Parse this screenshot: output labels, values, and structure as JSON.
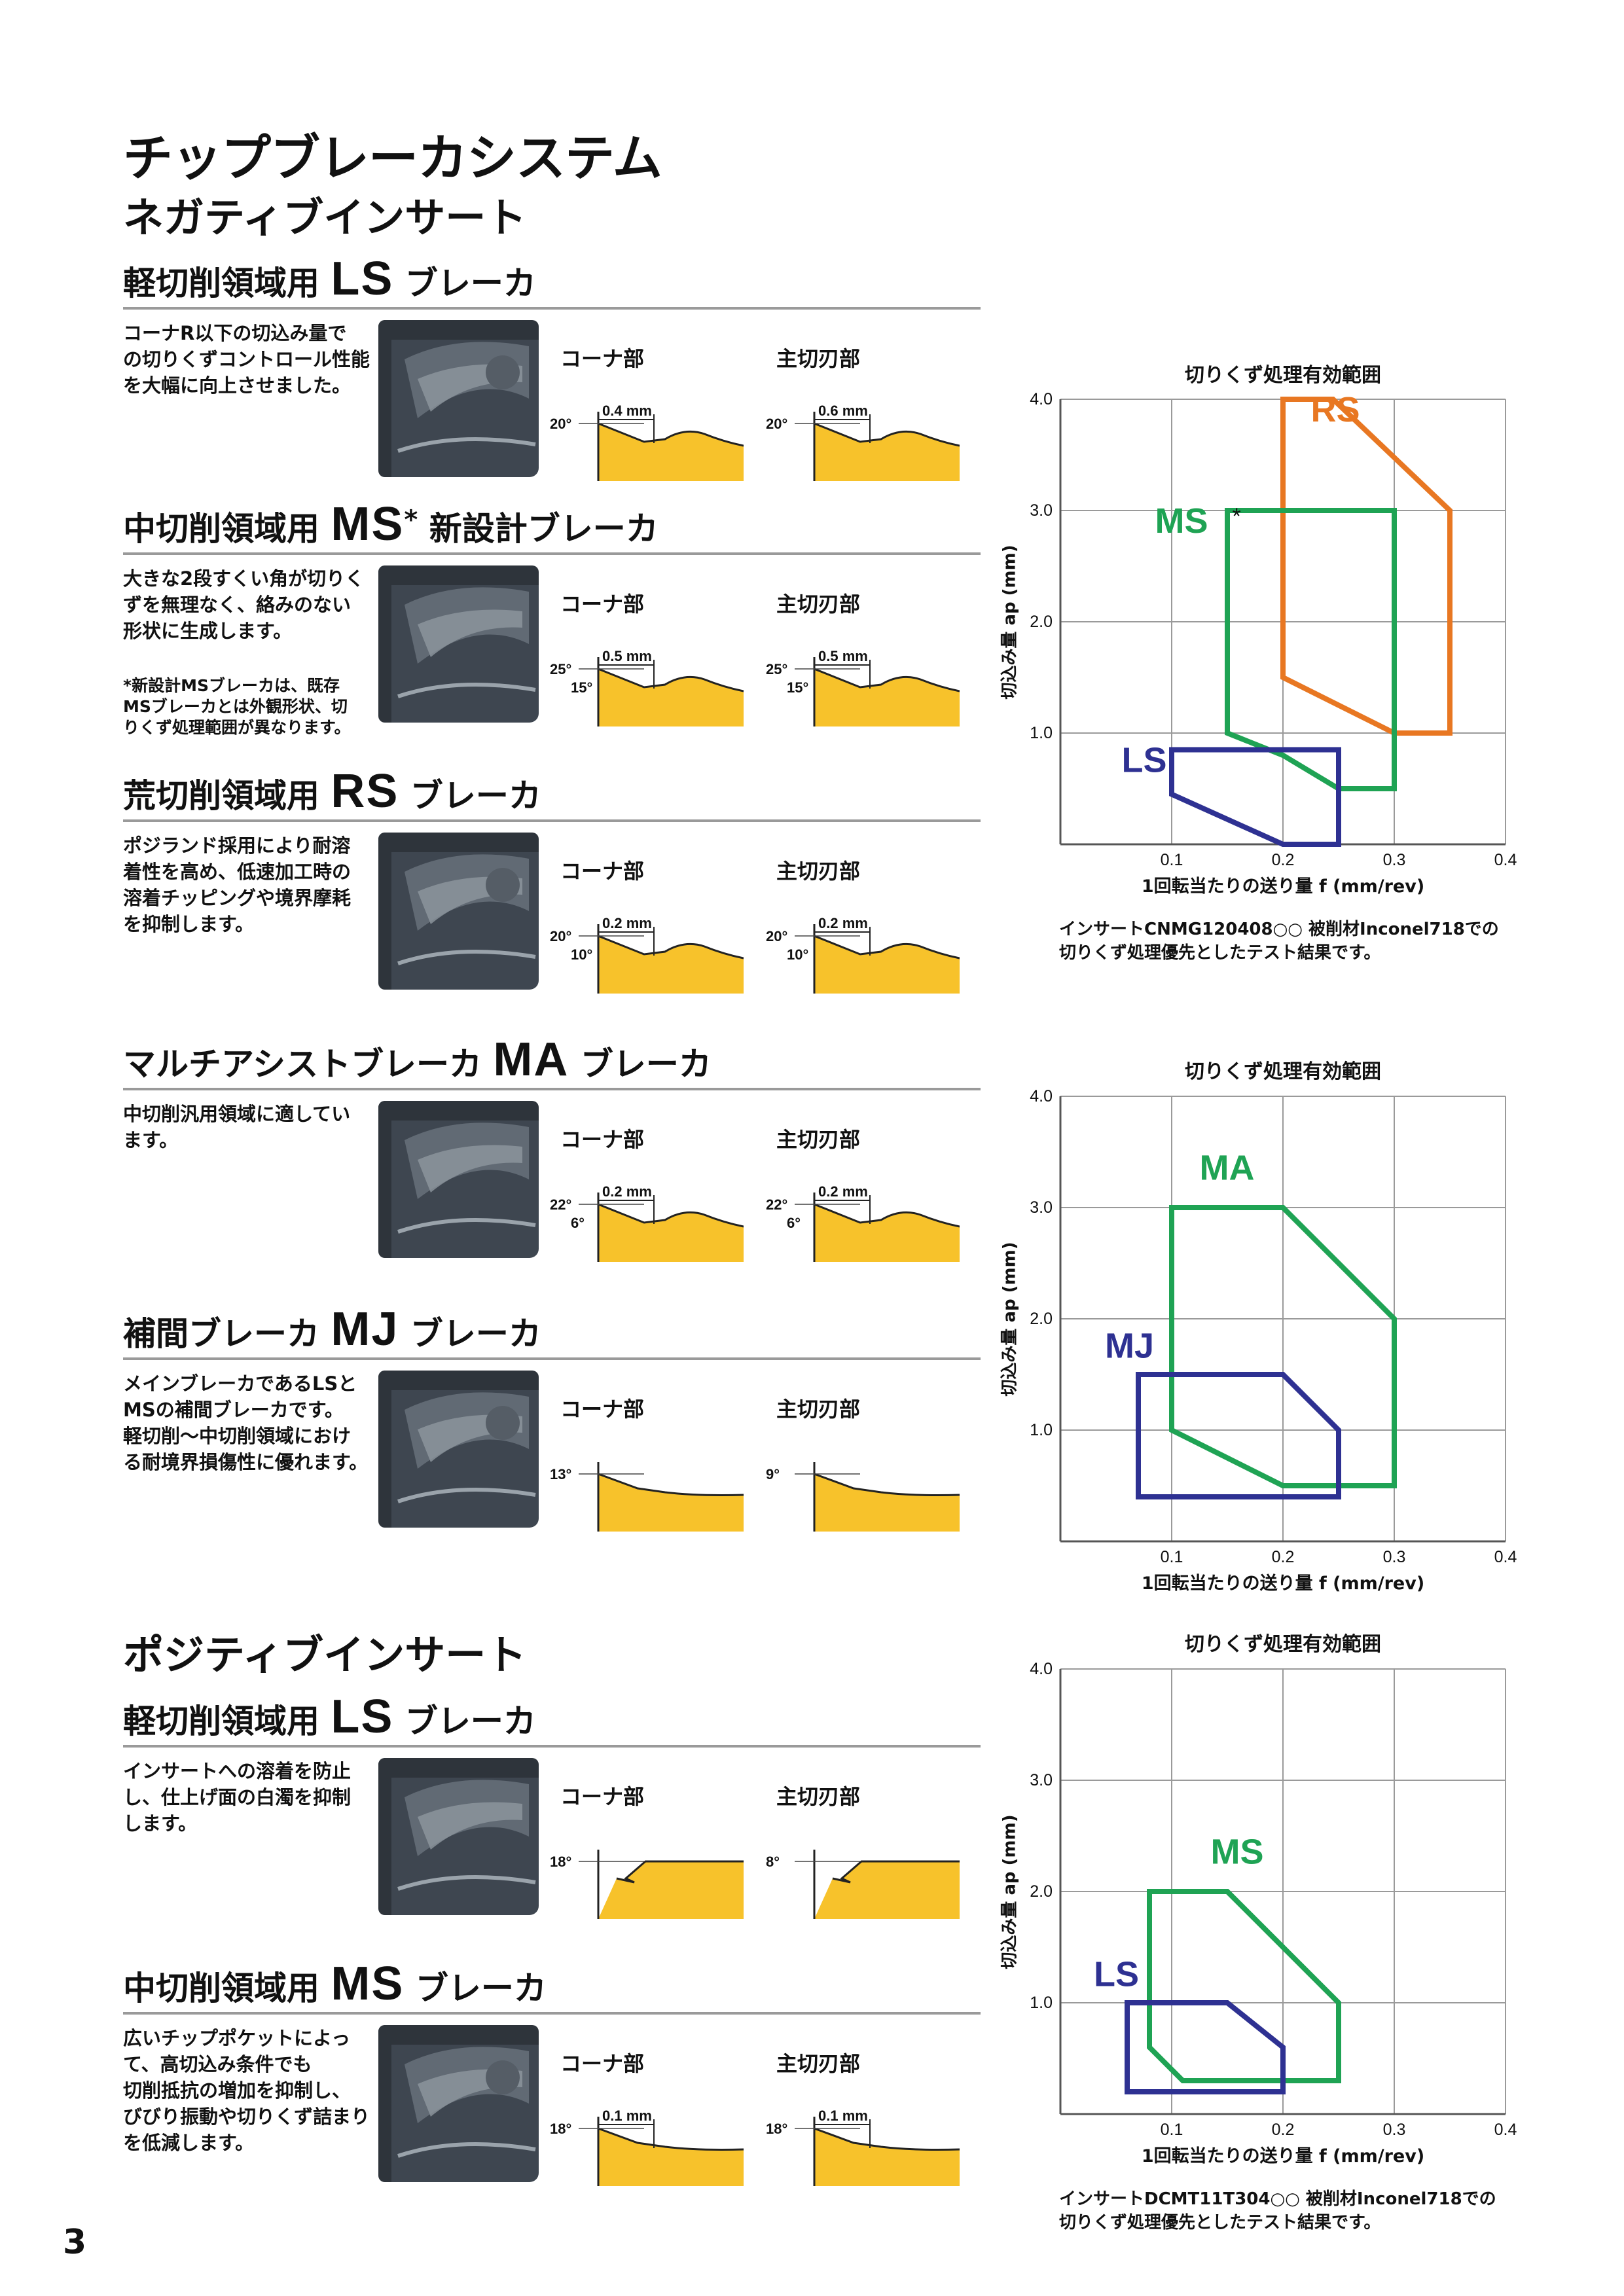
{
  "page": {
    "title": "チップブレーカシステム",
    "subtitle": "ネガティブインサート",
    "positive_title": "ポジティブインサート",
    "page_number": "3"
  },
  "sections": [
    {
      "id": "neg-ls",
      "prefix": "軽切削領域用 ",
      "code": "LS",
      "suffix": "ブレーカ",
      "desc": [
        "コーナR以下の切込み量で",
        "の切りくずコントロール性能",
        "を大幅に向上させました。"
      ],
      "profiles": [
        {
          "label": "コーナ部",
          "angle": "20°",
          "angle2": "",
          "width": "0.4 mm"
        },
        {
          "label": "主切刃部",
          "angle": "20°",
          "angle2": "",
          "width": "0.6 mm"
        }
      ]
    },
    {
      "id": "neg-ms",
      "prefix": "中切削領域用 ",
      "code": "MS",
      "suffix": "新設計ブレーカ",
      "star": "*",
      "desc": [
        "大きな2段すくい角が切りく",
        "ずを無理なく、絡みのない",
        "形状に生成します。"
      ],
      "note": [
        "*新設計MSブレーカは、既存",
        "MSブレーカとは外観形状、切",
        "りくず処理範囲が異なります。"
      ],
      "profiles": [
        {
          "label": "コーナ部",
          "angle": "25°",
          "angle2": "15°",
          "width": "0.5 mm"
        },
        {
          "label": "主切刃部",
          "angle": "25°",
          "angle2": "15°",
          "width": "0.5 mm"
        }
      ]
    },
    {
      "id": "neg-rs",
      "prefix": "荒切削領域用 ",
      "code": "RS",
      "suffix": "ブレーカ",
      "desc": [
        "ポジランド採用により耐溶",
        "着性を高め、低速加工時の",
        "溶着チッピングや境界摩耗",
        "を抑制します。"
      ],
      "profiles": [
        {
          "label": "コーナ部",
          "angle": "20°",
          "angle2": "10°",
          "width": "0.2 mm"
        },
        {
          "label": "主切刃部",
          "angle": "20°",
          "angle2": "10°",
          "width": "0.2 mm"
        }
      ]
    },
    {
      "id": "neg-ma",
      "prefix": "マルチアシストブレーカ ",
      "code": "MA",
      "suffix": "ブレーカ",
      "desc": [
        "中切削汎用領域に適してい",
        "ます。"
      ],
      "profiles": [
        {
          "label": "コーナ部",
          "angle": "22°",
          "angle2": "6°",
          "width": "0.2 mm"
        },
        {
          "label": "主切刃部",
          "angle": "22°",
          "angle2": "6°",
          "width": "0.2 mm"
        }
      ]
    },
    {
      "id": "neg-mj",
      "prefix": "補間ブレーカ ",
      "code": "MJ",
      "suffix": "ブレーカ",
      "desc": [
        "メインブレーカであるLSと",
        "MSの補間ブレーカです。",
        "軽切削～中切削領域におけ",
        "る耐境界損傷性に優れます。"
      ],
      "profiles": [
        {
          "label": "コーナ部",
          "angle": "13°",
          "angle2": "",
          "width": ""
        },
        {
          "label": "主切刃部",
          "angle": "9°",
          "angle2": "",
          "width": ""
        }
      ]
    },
    {
      "id": "pos-ls",
      "prefix": "軽切削領域用 ",
      "code": "LS",
      "suffix": "ブレーカ",
      "desc": [
        "インサートへの溶着を防止",
        "し、仕上げ面の白濁を抑制",
        "します。"
      ],
      "profiles": [
        {
          "label": "コーナ部",
          "angle": "18°",
          "angle2": "",
          "width": ""
        },
        {
          "label": "主切刃部",
          "angle": "8°",
          "angle2": "",
          "width": ""
        }
      ]
    },
    {
      "id": "pos-ms",
      "prefix": "中切削領域用 ",
      "code": "MS",
      "suffix": "ブレーカ",
      "desc": [
        "広いチップポケットによっ",
        "て、高切込み条件でも",
        "切削抵抗の増加を抑制し、",
        "びびり振動や切りくず詰まり",
        "を低減します。"
      ],
      "profiles": [
        {
          "label": "コーナ部",
          "angle": "18°",
          "angle2": "",
          "width": "0.1 mm"
        },
        {
          "label": "主切刃部",
          "angle": "18°",
          "angle2": "",
          "width": "0.1 mm"
        }
      ]
    }
  ],
  "chart_data": [
    {
      "type": "area",
      "title": "切りくず処理有効範囲",
      "xlabel": "1回転当たりの送り量 f (mm/rev)",
      "ylabel": "切込み量 ap (mm)",
      "xlim": [
        0,
        0.4
      ],
      "ylim": [
        0,
        4.0
      ],
      "xticks": [
        "0.1",
        "0.2",
        "0.3",
        "0.4"
      ],
      "yticks": [
        "1.0",
        "2.0",
        "3.0",
        "4.0"
      ],
      "grid": true,
      "series": [
        {
          "name": "RS",
          "color": "#e87722",
          "points": [
            [
              0.2,
              4.0
            ],
            [
              0.245,
              4.0
            ],
            [
              0.35,
              3.0
            ],
            [
              0.35,
              1.0
            ],
            [
              0.3,
              1.0
            ],
            [
              0.2,
              1.5
            ]
          ]
        },
        {
          "name": "MS",
          "star": "*",
          "color": "#1fa354",
          "points": [
            [
              0.15,
              3.0
            ],
            [
              0.3,
              3.0
            ],
            [
              0.3,
              0.5
            ],
            [
              0.25,
              0.5
            ],
            [
              0.2,
              0.8
            ],
            [
              0.15,
              1.0
            ]
          ]
        },
        {
          "name": "LS",
          "color": "#2e3192",
          "points": [
            [
              0.1,
              0.85
            ],
            [
              0.25,
              0.85
            ],
            [
              0.25,
              0.0
            ],
            [
              0.2,
              0.0
            ],
            [
              0.1,
              0.45
            ]
          ]
        }
      ],
      "labels": [
        {
          "name": "RS",
          "at": [
            0.225,
            3.8
          ]
        },
        {
          "name": "MS",
          "at": [
            0.085,
            2.8
          ]
        },
        {
          "name": "LS",
          "at": [
            0.055,
            0.65
          ]
        }
      ],
      "footnote": [
        "インサートCNMG120408○○ 被削材Inconel718での",
        "切りくず処理優先としたテスト結果です。"
      ]
    },
    {
      "type": "area",
      "title": "切りくず処理有効範囲",
      "xlabel": "1回転当たりの送り量 f (mm/rev)",
      "ylabel": "切込み量 ap (mm)",
      "xlim": [
        0,
        0.4
      ],
      "ylim": [
        0,
        4.0
      ],
      "xticks": [
        "0.1",
        "0.2",
        "0.3",
        "0.4"
      ],
      "yticks": [
        "1.0",
        "2.0",
        "3.0",
        "4.0"
      ],
      "grid": true,
      "series": [
        {
          "name": "MA",
          "color": "#1fa354",
          "points": [
            [
              0.1,
              3.0
            ],
            [
              0.2,
              3.0
            ],
            [
              0.3,
              2.0
            ],
            [
              0.3,
              0.5
            ],
            [
              0.2,
              0.5
            ],
            [
              0.1,
              1.0
            ]
          ]
        },
        {
          "name": "MJ",
          "color": "#2e3192",
          "points": [
            [
              0.07,
              1.5
            ],
            [
              0.2,
              1.5
            ],
            [
              0.25,
              1.0
            ],
            [
              0.25,
              0.4
            ],
            [
              0.07,
              0.4
            ]
          ]
        }
      ],
      "labels": [
        {
          "name": "MA",
          "at": [
            0.125,
            3.25
          ]
        },
        {
          "name": "MJ",
          "at": [
            0.04,
            1.65
          ]
        }
      ],
      "footnote": []
    },
    {
      "type": "area",
      "title": "切りくず処理有効範囲",
      "xlabel": "1回転当たりの送り量 f (mm/rev)",
      "ylabel": "切込み量 ap (mm)",
      "xlim": [
        0,
        0.4
      ],
      "ylim": [
        0,
        4.0
      ],
      "xticks": [
        "0.1",
        "0.2",
        "0.3",
        "0.4"
      ],
      "yticks": [
        "1.0",
        "2.0",
        "3.0",
        "4.0"
      ],
      "grid": true,
      "series": [
        {
          "name": "MS",
          "color": "#1fa354",
          "points": [
            [
              0.08,
              2.0
            ],
            [
              0.15,
              2.0
            ],
            [
              0.25,
              1.0
            ],
            [
              0.25,
              0.3
            ],
            [
              0.11,
              0.3
            ],
            [
              0.08,
              0.6
            ]
          ]
        },
        {
          "name": "LS",
          "color": "#2e3192",
          "points": [
            [
              0.06,
              1.0
            ],
            [
              0.15,
              1.0
            ],
            [
              0.2,
              0.6
            ],
            [
              0.2,
              0.2
            ],
            [
              0.06,
              0.2
            ]
          ]
        }
      ],
      "labels": [
        {
          "name": "MS",
          "at": [
            0.135,
            2.25
          ]
        },
        {
          "name": "LS",
          "at": [
            0.03,
            1.15
          ]
        }
      ],
      "footnote": [
        "インサートDCMT11T304○○ 被削材Inconel718での",
        "切りくず処理優先としたテスト結果です。"
      ]
    }
  ]
}
